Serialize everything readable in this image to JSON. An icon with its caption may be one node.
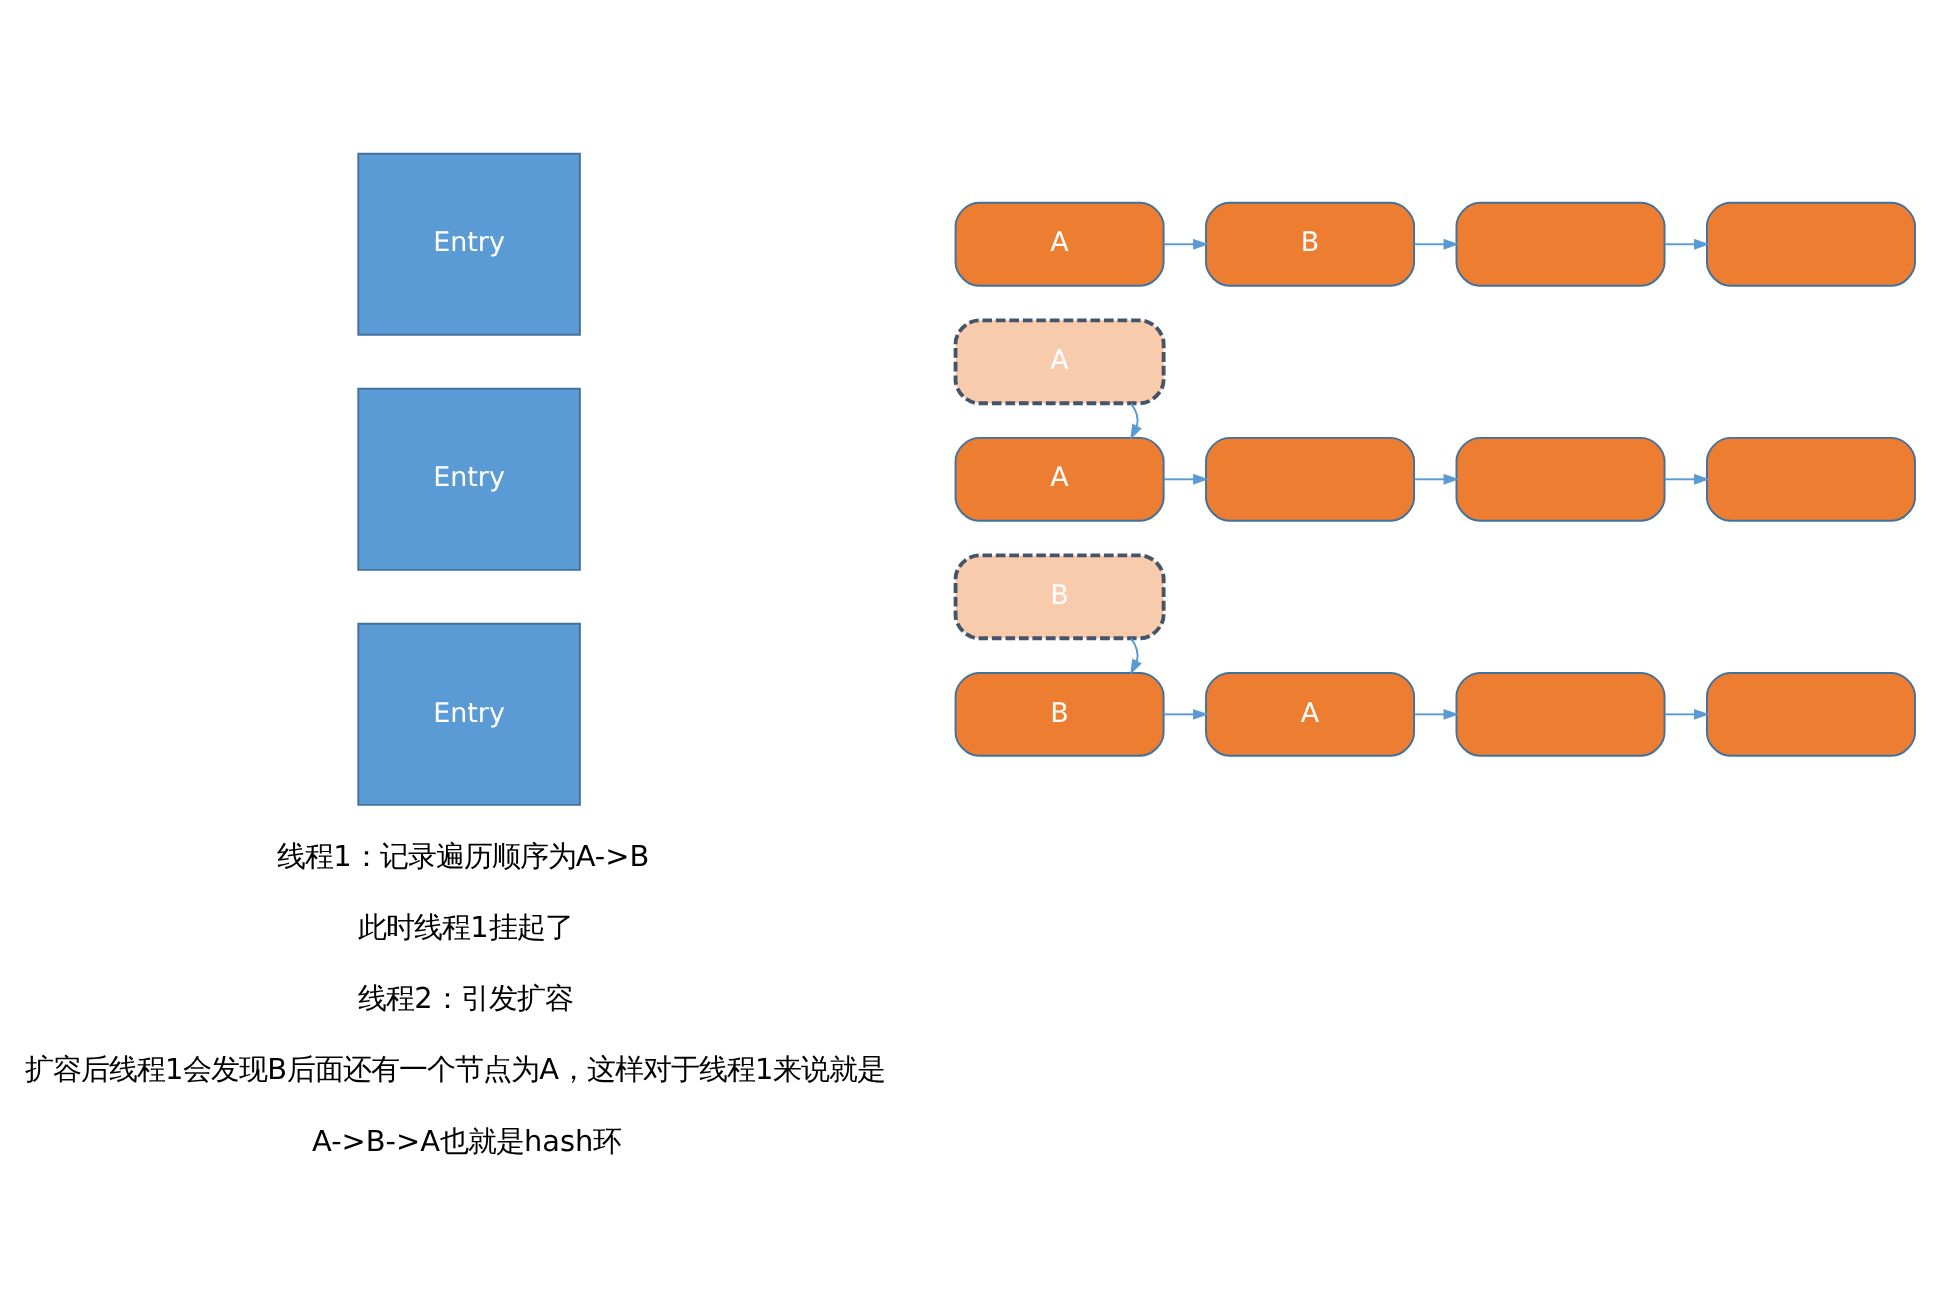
{
  "diagram": {
    "nodes": [
      {
        "text": [
          "Entry"
        ]
      },
      {
        "text": [
          "A"
        ]
      },
      {
        "text": [
          "B"
        ]
      },
      {
        "text": [],
        "shape": "box"
      },
      {
        "text": [],
        "shape": "box"
      },
      {
        "text": [
          "A"
        ]
      },
      {
        "text": [
          "Entry"
        ]
      },
      {
        "text": [
          "A"
        ]
      },
      {
        "text": [],
        "shape": "box"
      },
      {
        "text": [],
        "shape": "box"
      },
      {
        "text": [],
        "shape": "box"
      },
      {
        "text": [
          "B"
        ]
      },
      {
        "text": [
          "Entry"
        ]
      },
      {
        "text": [
          "B"
        ]
      },
      {
        "text": [
          "A"
        ]
      },
      {
        "text": [],
        "shape": "box"
      },
      {
        "text": [],
        "shape": "box"
      }
    ],
    "edges": [
      {
        "from": 1,
        "to": 2,
        "arrow": "to"
      },
      {
        "from": 2,
        "to": 3,
        "arrow": "to"
      },
      {
        "from": 3,
        "to": 4,
        "arrow": "to"
      },
      {
        "from": 5,
        "to": 7,
        "arrow": "to"
      },
      {
        "from": 7,
        "to": 8,
        "arrow": "to"
      },
      {
        "from": 8,
        "to": 9,
        "arrow": "to"
      },
      {
        "from": 9,
        "to": 10,
        "arrow": "to"
      },
      {
        "from": 11,
        "to": 13,
        "arrow": "to"
      },
      {
        "from": 13,
        "to": 14,
        "arrow": "to"
      },
      {
        "from": 14,
        "to": 15,
        "arrow": "to"
      },
      {
        "from": 15,
        "to": 16,
        "arrow": "to"
      }
    ],
    "labels": [
      "线程1：记录遍历顺序为A->B",
      "此时线程1挂起了",
      "线程2：引发扩容",
      "扩容后线程1会发现B后面还有一个节点为A，这样对于线程1来说就是",
      "A->B->A也就是hash环"
    ]
  }
}
